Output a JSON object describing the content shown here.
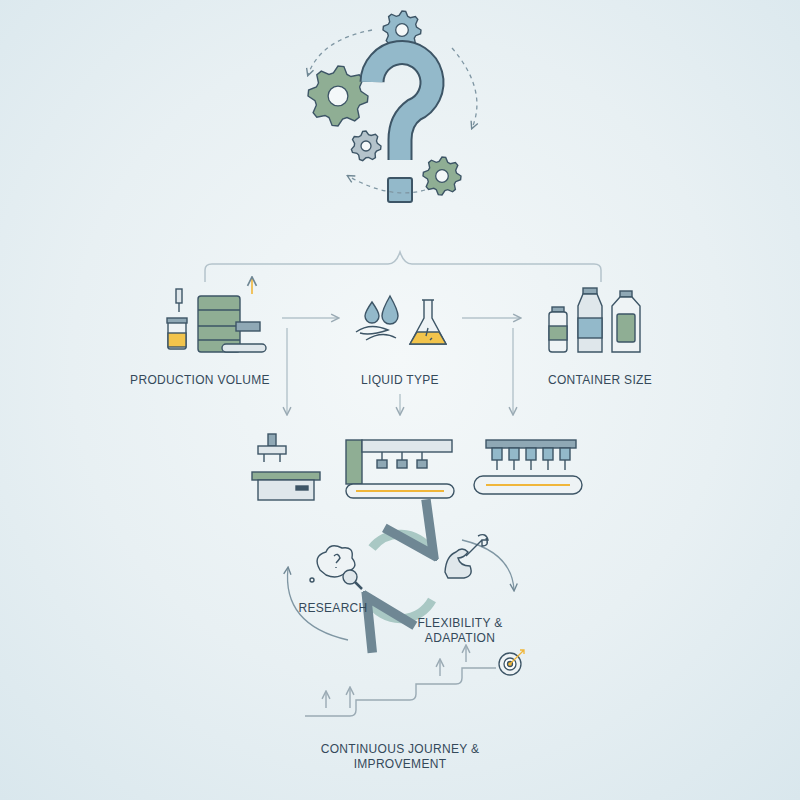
{
  "diagram": {
    "nodes": [
      {
        "text": [
          "PRODUCTION VOLUME"
        ]
      },
      {
        "text": [
          "LIQUID TYPE"
        ]
      },
      {
        "text": [
          "CONTAINER SIZE"
        ]
      },
      {
        "text": [
          "RESEARCH"
        ]
      },
      {
        "text": [
          "FLEXIBILITY & ADAPATION"
        ]
      },
      {
        "text": [
          "CONTINUOUS JOURNEY & IMPROVEMENT"
        ]
      }
    ],
    "edges": [
      {
        "from": 0,
        "to": 1,
        "arrow": "to"
      },
      {
        "from": 1,
        "to": 2,
        "arrow": "to"
      }
    ]
  }
}
